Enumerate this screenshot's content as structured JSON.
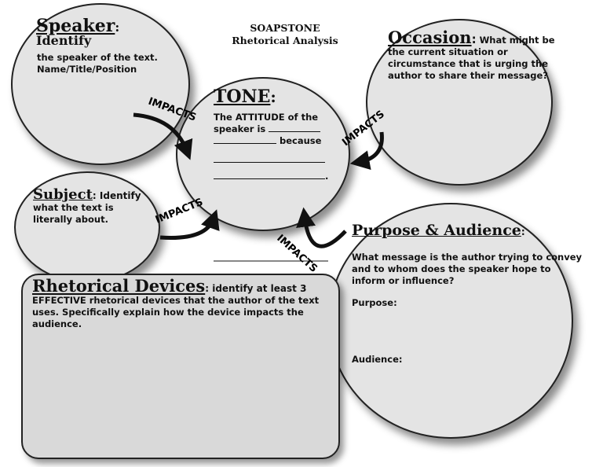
{
  "title": {
    "line1": "SOAPSTONE",
    "line2": "Rhetorical Analysis"
  },
  "speaker": {
    "heading": "Speaker",
    "heading_suffix": ": Identify",
    "line1": "the speaker of the text.",
    "line2": "Name/Title/Position"
  },
  "tone": {
    "heading": "TONE",
    "heading_suffix": ":",
    "line1": "The ATTITUDE of the",
    "line2": "speaker is",
    "because": "because",
    "end": "."
  },
  "occasion": {
    "heading": "Occasion",
    "heading_suffix": ":",
    "text": "What might be the current situation or circumstance that is urging the author to share their message?"
  },
  "subject": {
    "heading": "Subject",
    "heading_suffix": ": Identify",
    "text": "what the text is literally about."
  },
  "purpose": {
    "heading": "Purpose & Audience",
    "heading_suffix": ":",
    "text": "What message is the author trying to convey and to whom does the speaker hope to inform or influence?",
    "purpose_label": "Purpose:",
    "audience_label": "Audience:"
  },
  "devices": {
    "heading": "Rhetorical Devices",
    "heading_suffix": ": identify at least 3",
    "text": "EFFECTIVE rhetorical devices that the author of the text uses. Specifically explain how the device impacts the audience."
  },
  "arrows": {
    "label": "IMPACTS"
  }
}
